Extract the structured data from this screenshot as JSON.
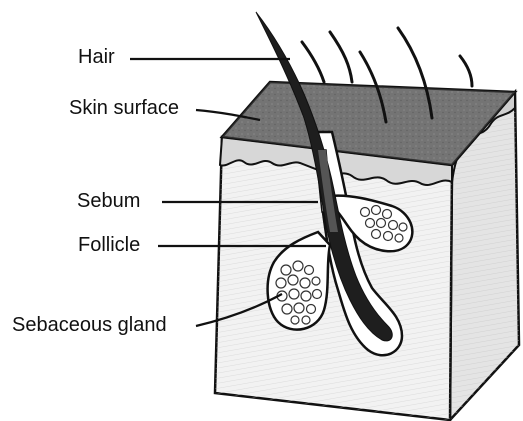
{
  "labels": {
    "hair": "Hair",
    "skin_surface": "Skin surface",
    "sebum": "Sebum",
    "follicle": "Follicle",
    "sebaceous_gland": "Sebaceous gland"
  },
  "colors": {
    "ink": "#111111",
    "skin_surface_fill": "#6e6e6e",
    "dermis_fill": "#f1f1f1",
    "hair_fill": "#1e1e1e"
  }
}
